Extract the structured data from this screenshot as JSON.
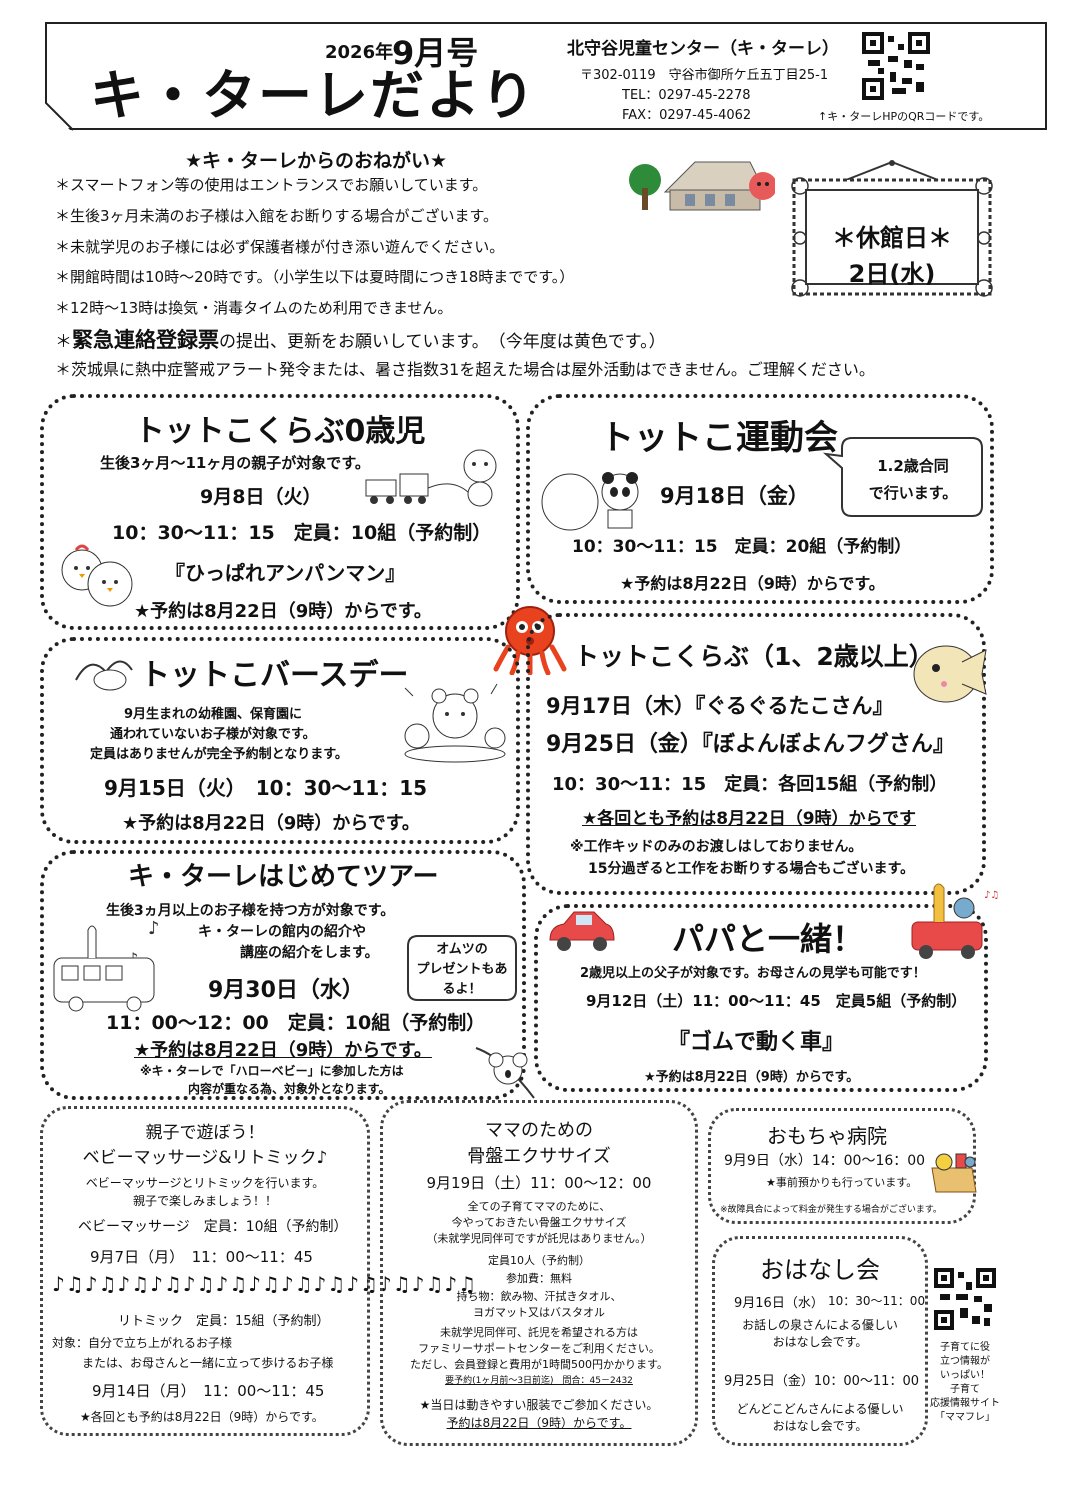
{
  "header": {
    "year": "2026年",
    "issue": "9月号",
    "title": "キ・ターレだより",
    "center_name": "北守谷児童センター（キ・ターレ）",
    "address": "〒302-0119　守谷市御所ケ丘五丁目25-1",
    "tel": "TEL：0297-45-2278",
    "fax": "FAX：0297-45-4062",
    "qr_caption": "↑キ・ターレHPのQRコードです。"
  },
  "requests": {
    "title": "★キ・ターレからのおねがい★",
    "items": [
      "＊スマートフォン等の使用はエントランスでお願いしています。",
      "＊生後3ヶ月未満のお子様は入館をお断りする場合がございます。",
      "＊未就学児のお子様には必ず保護者様が付き添い遊んでください。",
      "＊開館時間は10時～20時です。（小学生以下は夏時間につき18時までです。）",
      "＊12時～13時は換気・消毒タイムのため利用できません。"
    ],
    "item6_prefix": "＊",
    "item6_bold": "緊急連絡登録票",
    "item6_rest": "の提出、更新をお願いしています。　（今年度は黄色です。）",
    "item7": "＊茨城県に熱中症警戒アラート発令または、暑さ指数31を超えた場合は屋外活動はできません。ご理解ください。"
  },
  "closed": {
    "line1": "＊休館日＊",
    "line2": "2日(水)"
  },
  "tottoko0": {
    "title": "トットこくらぶ0歳児",
    "target": "生後3ヶ月～11ヶ月の親子が対象です。",
    "date": "9月8日（火）",
    "time": "10：30～11：15　定員：10組（予約制）",
    "program": "『ひっぱれアンパンマン』",
    "reserve": "★予約は8月22日（9時）からです。"
  },
  "undokai": {
    "title": "トットこ運動会",
    "bubble": "1.2歳合同で行います。",
    "bubble1": "1.2歳合同",
    "bubble2": "で行います。",
    "date": "9月18日（金）",
    "time": "10：30～11：15　定員：20組（予約制）",
    "reserve": "★予約は8月22日（9時）からです。"
  },
  "birthday": {
    "title": "トットこバースデー",
    "desc1": "9月生まれの幼稚園、保育園に",
    "desc2": "通われていないお子様が対象です。",
    "desc3": "定員はありませんが完全予約制となります。",
    "date": "9月15日（火）　10：30～11：15",
    "reserve": "★予約は8月22日（9時）からです。"
  },
  "tottoko12": {
    "title": "トットこくらぶ（1、2歳以上）",
    "date1": "9月17日（木）『ぐるぐるたこさん』",
    "date2": "9月25日（金）『ぼよんぼよんフグさん』",
    "time": "10：30～11：15　定員：各回15組（予約制）",
    "reserve": "★各回とも予約は8月22日（9時）からです",
    "note1": "※工作キッドのみのお渡しはしておりません。",
    "note2": "15分過ぎると工作をお断りする場合もございます。"
  },
  "tour": {
    "title": "キ・ターレはじめてツアー",
    "desc1": "生後3ヵ月以上のお子様を持つ方が対象です。",
    "desc2": "キ・ターレの館内の紹介や",
    "desc3": "講座の紹介をします。",
    "bubble1": "オムツの",
    "bubble2": "プレゼントもあ",
    "bubble3": "るよ！",
    "date": "9月30日（水）",
    "time": "11：00～12：00　定員：10組（予約制）",
    "reserve": "★予約は8月22日（9時）からです。",
    "note1": "※キ・ターレで「ハローベビー」に参加した方は",
    "note2": "内容が重なる為、対象外となります。"
  },
  "papa": {
    "title": "パパと一緒！",
    "desc": "2歳児以上の父子が対象です。お母さんの見学も可能です！",
    "time": "9月12日（土）11：00～11：45　定員5組（予約制）",
    "program": "『ゴムで動く車』",
    "reserve": "★予約は8月22日（9時）からです。"
  },
  "oyako": {
    "title1": "親子で遊ぼう！",
    "title2": "ベビーマッサージ&リトミック♪",
    "desc1": "ベビーマッサージとリトミックを行います。",
    "desc2": "親子で楽しみましょう！！",
    "massage": "ベビーマッサージ　定員：10組（予約制）",
    "massage_date": "9月7日（月）　11：00～11：45",
    "notes": "♪♫♪♫♪♫♪♫♪♫♪♫♪♫♪♫♪♫♪♫♪♫♪♫♪♫",
    "rhythm": "リトミック　定員：15組（予約制）",
    "target1": "対象：自分で立ち上がれるお子様",
    "target2": "または、お母さんと一緒に立って歩けるお子様",
    "rhythm_date": "9月14日（月）　11：00～11：45",
    "reserve": "★各回とも予約は8月22日（9時）からです。"
  },
  "mama": {
    "title1": "ママのための",
    "title2": "骨盤エクササイズ",
    "date": "9月19日（土）11：00～12：00",
    "desc1": "全ての子育てママのために、",
    "desc2": "今やっておきたい骨盤エクササイズ",
    "desc3": "（未就学児同伴可ですが託児はありません。）",
    "cap": "定員10人（予約制）",
    "fee": "参加費：無料",
    "items1": "持ち物：飲み物、汗拭きタオル、",
    "items2": "ヨガマット又はバスタオル",
    "care1": "未就学児同伴可、託児を希望される方は",
    "care2": "ファミリーサポートセンターをご利用ください。",
    "care3": "ただし、会員登録と費用が1時間500円かかります。",
    "care4": "要予約(1ヶ月前～3日前迄)　問合：45－2432",
    "wear": "★当日は動きやすい服装でご参加ください。",
    "reserve": "予約は8月22日（9時）からです。"
  },
  "toy": {
    "title": "おもちゃ病院",
    "date": "9月9日（水）14：00～16：00",
    "desc": "★事前預かりも行っています。",
    "note": "※故障具合によって料金が発生する場合がございます。"
  },
  "story": {
    "title": "おはなし会",
    "date1": "9月16日（水）",
    "time1": "10：30～11：00",
    "desc1a": "お話しの泉さんによる優しい",
    "desc1b": "おはなし会です。",
    "date2": "9月25日（金）10：00～11：00",
    "desc2a": "どんどこどんさんによる優しい",
    "desc2b": "おはなし会です。"
  },
  "mamafure": {
    "l1": "子育てに役",
    "l2": "立つ情報が",
    "l3": "いっぱい！",
    "l4": "子育て",
    "l5": "応援情報サイト",
    "l6": "「ママフレ」"
  }
}
